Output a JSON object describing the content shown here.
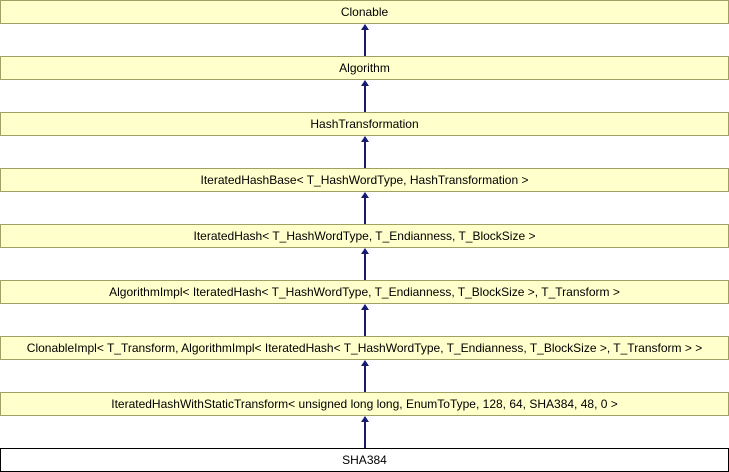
{
  "diagram": {
    "type": "class-inheritance-graph",
    "colors": {
      "node_fill": "#FFFFCC",
      "node_border": "#A0A064",
      "arrow": "#191970",
      "current_fill": "#FFFFFF",
      "current_border": "#000000"
    },
    "nodes": [
      {
        "label": "Clonable",
        "current": false
      },
      {
        "label": "Algorithm",
        "current": false
      },
      {
        "label": "HashTransformation",
        "current": false
      },
      {
        "label": "IteratedHashBase< T_HashWordType, HashTransformation >",
        "current": false
      },
      {
        "label": "IteratedHash< T_HashWordType, T_Endianness, T_BlockSize >",
        "current": false
      },
      {
        "label": "AlgorithmImpl< IteratedHash< T_HashWordType, T_Endianness, T_BlockSize >, T_Transform >",
        "current": false
      },
      {
        "label": "ClonableImpl< T_Transform, AlgorithmImpl< IteratedHash< T_HashWordType, T_Endianness, T_BlockSize >, T_Transform > >",
        "current": false
      },
      {
        "label": "IteratedHashWithStaticTransform< unsigned long long, EnumToType, 128, 64, SHA384, 48, 0 >",
        "current": false
      },
      {
        "label": "SHA384",
        "current": true
      }
    ]
  }
}
